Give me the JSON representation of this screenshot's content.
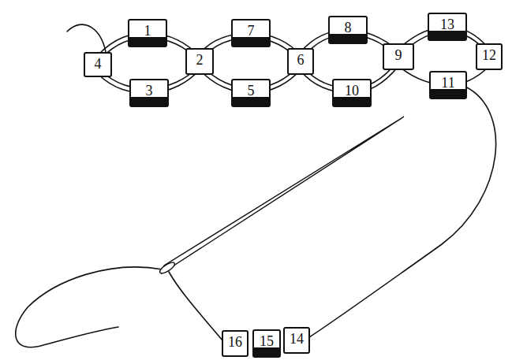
{
  "diagram": {
    "nodes": [
      {
        "text": [
          "1"
        ]
      },
      {
        "text": [
          "2"
        ]
      },
      {
        "text": [
          "3"
        ]
      },
      {
        "text": [
          "4"
        ]
      },
      {
        "text": [
          "5"
        ]
      },
      {
        "text": [
          "6"
        ]
      },
      {
        "text": [
          "7"
        ]
      },
      {
        "text": [
          "8"
        ]
      },
      {
        "text": [
          "9"
        ]
      },
      {
        "text": [
          "10"
        ]
      },
      {
        "text": [
          "11"
        ]
      },
      {
        "text": [
          "12"
        ]
      },
      {
        "text": [
          "13"
        ]
      },
      {
        "text": [
          "14"
        ]
      },
      {
        "text": [
          "15"
        ]
      },
      {
        "text": [
          "16"
        ]
      }
    ]
  }
}
